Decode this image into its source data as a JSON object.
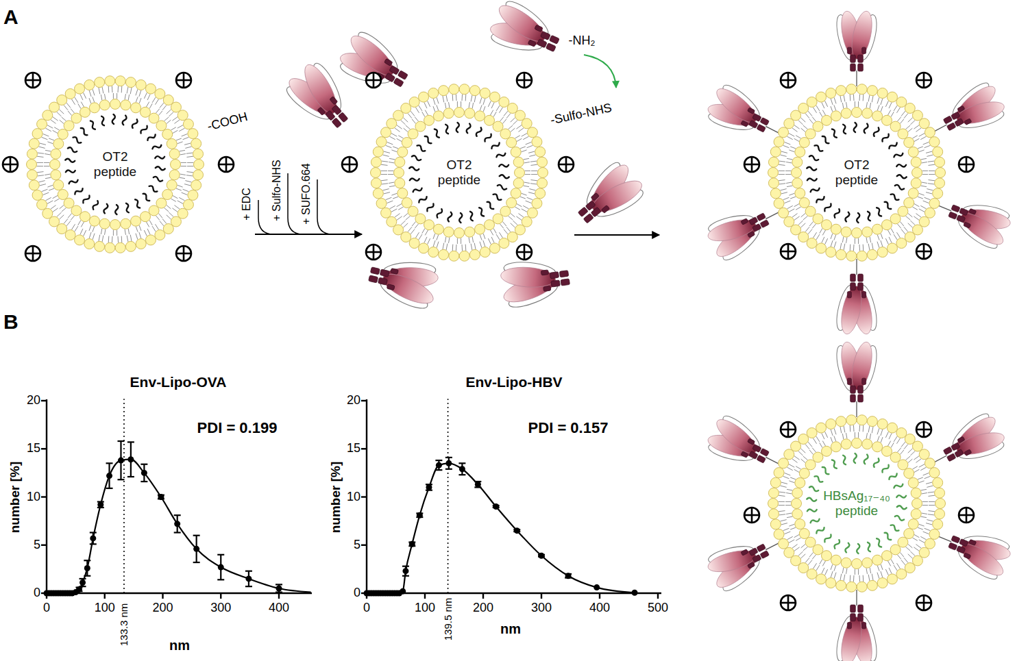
{
  "diagram": {
    "nodes": [
      {
        "text": [
          "OT2 peptide"
        ]
      },
      {
        "text": [
          "OT2 peptide"
        ]
      },
      {
        "text": [
          "OT2 peptide"
        ]
      },
      {
        "text": [
          "HBsAg₁₇₋₄₀ peptide"
        ]
      }
    ],
    "edges": [
      {
        "from": 0,
        "to": 1,
        "arrow": "to"
      },
      {
        "from": 1,
        "to": 2,
        "arrow": "to"
      }
    ],
    "labels": [
      "A",
      "-COOH",
      "+ EDC",
      "+ Sulfo-NHS",
      "+ SUFO.664",
      "-Sulfo-NHS",
      "-NH₂",
      "B",
      "Env-Lipo-OVA",
      "PDI = 0.199",
      "number [%]",
      "0",
      "5",
      "10",
      "15",
      "20",
      "0",
      "100",
      "200",
      "300",
      "400",
      "133.3 nm",
      "nm",
      "Env-Lipo-HBV",
      "PDI = 0.157",
      "number [%]",
      "0",
      "5",
      "10",
      "15",
      "20",
      "0",
      "100",
      "200",
      "300",
      "400",
      "500",
      "139.5 nm",
      "nm"
    ]
  }
}
